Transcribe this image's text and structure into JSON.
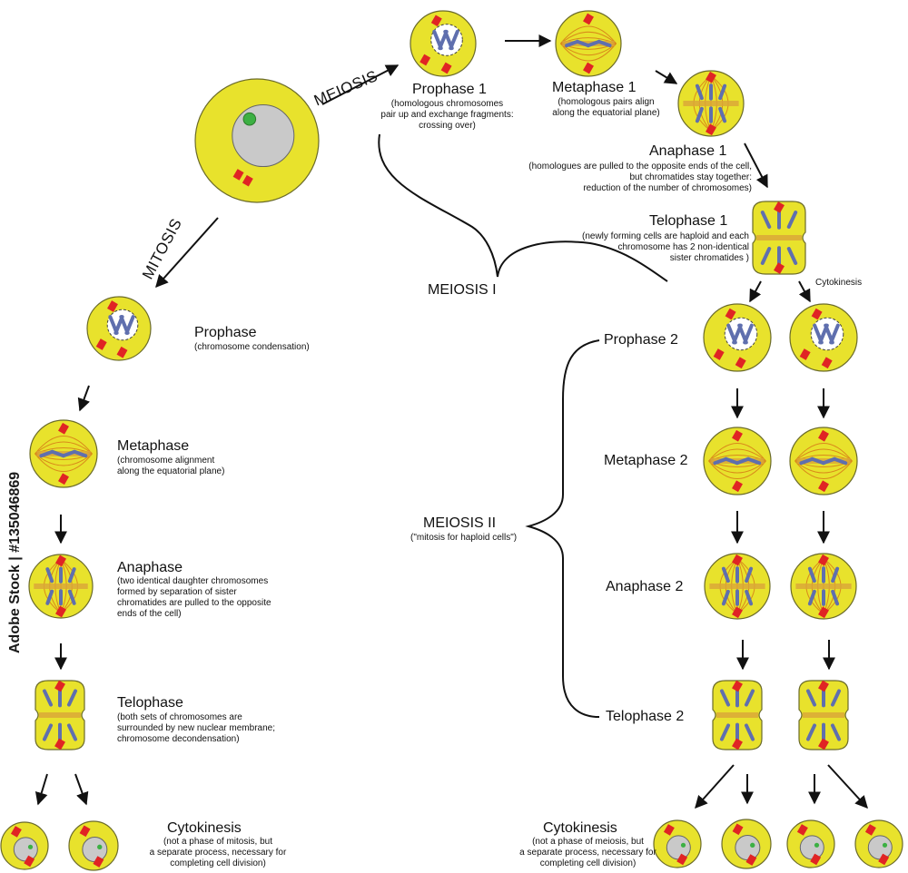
{
  "colors": {
    "cytoplasm": "#e8e22c",
    "membrane": "#6b6b2a",
    "chromosome": "#5f6fae",
    "centrosome": "#e02424",
    "spindle": "#d98a1a",
    "plate": "#d9a53a",
    "nucleolus": "#3cb043",
    "nucleus": "#c9c9c9"
  },
  "branches": {
    "meiosis": "MEIOSIS",
    "mitosis": "MITOSIS"
  },
  "mitosis": {
    "prophase": {
      "title": "Prophase",
      "desc": "(chromosome condensation)"
    },
    "metaphase": {
      "title": "Metaphase",
      "desc": "(chromosome alignment\nalong the equatorial plane)"
    },
    "anaphase": {
      "title": "Anaphase",
      "desc": "(two identical daughter chromosomes\nformed by separation of sister\nchromatides are pulled to the opposite\nends of the cell)"
    },
    "telophase": {
      "title": "Telophase",
      "desc": "(both sets of chromosomes are\nsurrounded by new nuclear membrane;\nchromosome decondensation)"
    },
    "cytokinesis": {
      "title": "Cytokinesis",
      "desc": "(not a phase of mitosis, but\na separate process, necessary for\ncompleting cell division)"
    }
  },
  "meiosis1": {
    "label": "MEIOSIS I",
    "prophase": {
      "title": "Prophase 1",
      "desc": "(homologous chromosomes\npair up and exchange fragments:\ncrossing over)"
    },
    "metaphase": {
      "title": "Metaphase 1",
      "desc": "(homologous pairs align\nalong the equatorial plane)"
    },
    "anaphase": {
      "title": "Anaphase 1",
      "desc": "(homologues are pulled to the opposite ends of the cell,\nbut chromatides stay together:\nreduction of the number of chromosomes)"
    },
    "telophase": {
      "title": "Telophase 1",
      "desc": "(newly forming cells are haploid and each\nchromosome has  2 non-identical\nsister chromatides )"
    },
    "cytokinesis_small": "Cytokinesis"
  },
  "meiosis2": {
    "label": "MEIOSIS II",
    "desc": "(\"mitosis for haploid cells\")",
    "prophase": "Prophase 2",
    "metaphase": "Metaphase 2",
    "anaphase": "Anaphase 2",
    "telophase": "Telophase 2",
    "cytokinesis": {
      "title": "Cytokinesis",
      "desc": "(not a phase of meiosis, but\na separate process, necessary for\ncompleting cell division)"
    }
  },
  "watermark": "Adobe Stock | #135046869"
}
